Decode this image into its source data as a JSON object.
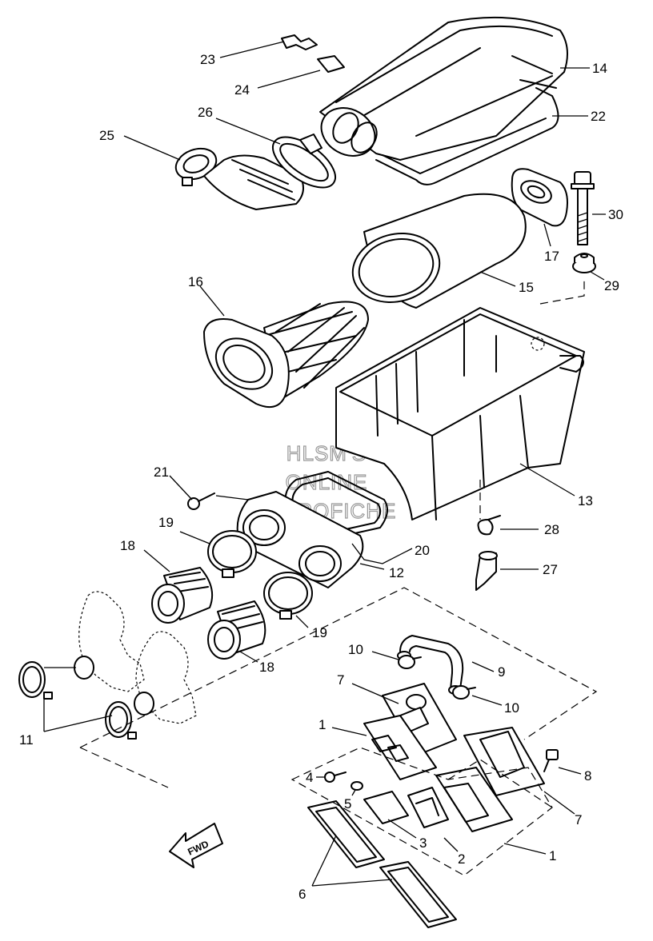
{
  "watermark": {
    "line1": "HLSM'S",
    "line2": "ONLINE",
    "line3": "MICROFICHE"
  },
  "fwd_label": "FWD",
  "callouts": {
    "c1a": "1",
    "c1b": "1",
    "c2": "2",
    "c3": "3",
    "c4": "4",
    "c5": "5",
    "c6": "6",
    "c7a": "7",
    "c7b": "7",
    "c8": "8",
    "c9": "9",
    "c10a": "10",
    "c10b": "10",
    "c11": "11",
    "c12": "12",
    "c13": "13",
    "c14": "14",
    "c15": "15",
    "c16": "16",
    "c17": "17",
    "c18a": "18",
    "c18b": "18",
    "c19a": "19",
    "c19b": "19",
    "c20": "20",
    "c21": "21",
    "c22": "22",
    "c23": "23",
    "c24": "24",
    "c25": "25",
    "c26": "26",
    "c27": "27",
    "c28": "28",
    "c29": "29",
    "c30": "30"
  }
}
